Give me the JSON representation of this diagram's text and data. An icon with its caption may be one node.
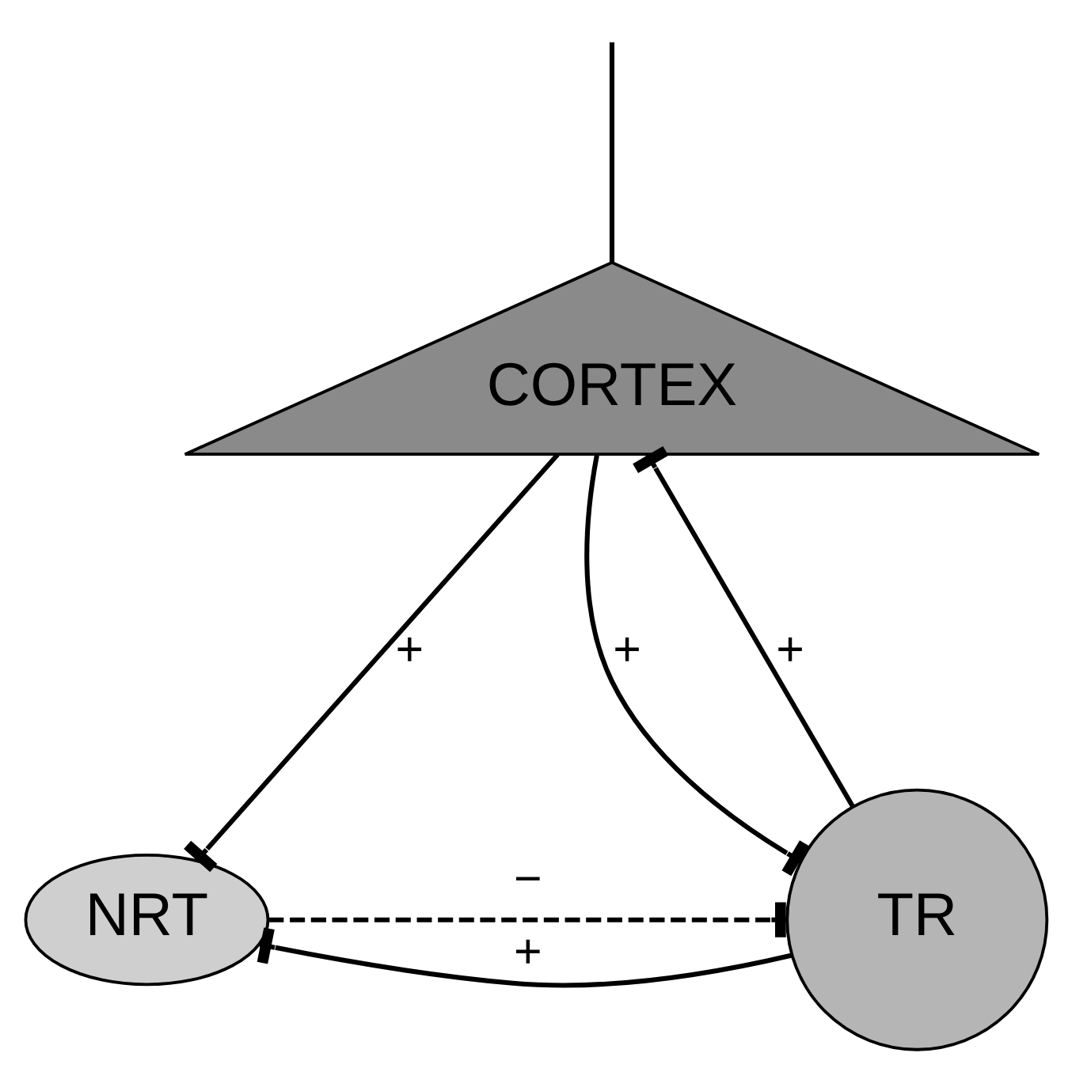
{
  "diagram": {
    "nodes": [
      {
        "text": [
          "CORTEX"
        ]
      },
      {
        "text": [
          "NRT"
        ]
      },
      {
        "text": [
          "TR"
        ]
      }
    ],
    "edges": [
      {
        "from": 0,
        "to": null,
        "arrow": "none"
      },
      {
        "from": 0,
        "to": 2,
        "arrow": "other",
        "label": "+"
      },
      {
        "from": 0,
        "to": 1,
        "arrow": "other",
        "label": "+"
      },
      {
        "from": 2,
        "to": 0,
        "arrow": "other",
        "label": "+"
      },
      {
        "from": 1,
        "to": 2,
        "arrow": "other",
        "label": "−",
        "style": "dashed"
      },
      {
        "from": 2,
        "to": 1,
        "arrow": "other",
        "label": "+"
      }
    ]
  }
}
